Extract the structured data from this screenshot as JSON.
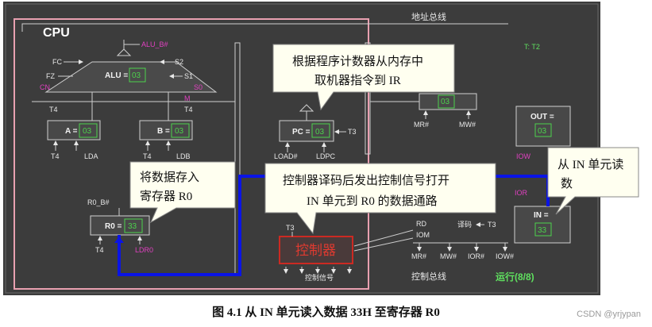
{
  "title": "CPU",
  "buses": {
    "address": "地址总线",
    "control": "控制总线",
    "control_signal": "控制信号"
  },
  "status": {
    "t_state": "T: T2",
    "run": "运行(8/8)"
  },
  "alu": {
    "name": "ALU =",
    "value": "03",
    "out_signal": "ALU_B#",
    "fc": "FC",
    "fz": "FZ",
    "s2": "S2",
    "s1": "S1",
    "s0": "S0",
    "cn": "CN",
    "m": "M",
    "t4_left": "T4",
    "t4_right": "T4"
  },
  "reg_a": {
    "name": "A =",
    "value": "03",
    "t4": "T4",
    "ld": "LDA"
  },
  "reg_b": {
    "name": "B =",
    "value": "03",
    "t4": "T4",
    "ld": "LDB"
  },
  "reg_r0": {
    "name": "R0 =",
    "value": "33",
    "sel": "R0_B#",
    "t4": "T4",
    "lr": "LDR0"
  },
  "pc": {
    "name": "PC =",
    "value": "03",
    "t3": "T3",
    "load": "LOAD#",
    "ldpc": "LDPC"
  },
  "memory": {
    "value": "03",
    "mr": "MR#",
    "mw": "MW#"
  },
  "controller": {
    "name": "控制器",
    "t3": "T3",
    "rd": "RD",
    "iom": "IOM",
    "decode": "译码",
    "t3b": "T3",
    "mr": "MR#",
    "mw": "MW#",
    "ior": "IOR#",
    "iow": "IOW#"
  },
  "out_port": {
    "name": "OUT =",
    "value": "03",
    "sig": "IOW"
  },
  "in_port": {
    "name": "IN =",
    "value": "33",
    "sig": "IOR"
  },
  "callouts": {
    "fetch_1": "根据程序计数器从内存中",
    "fetch_2": "取机器指令到 IR",
    "store_1": "将数据存入",
    "store_2": "寄存器 R0",
    "decode_1": "控制器译码后发出控制信号打开",
    "decode_2": "IN 单元到 R0 的数据通路",
    "read_1": "从 IN 单元读",
    "read_2": "数"
  },
  "caption": "图 4.1   从 IN 单元读入数据 33H 至寄存器 R0",
  "watermark": "CSDN @yrjypan",
  "colors": {
    "panel": "#3c3c3c",
    "cpu_border": "#e8a0b0",
    "bus_highlight": "#0a14e6",
    "value_green": "#4cd24c",
    "controller_red": "#cc2a22",
    "callout_bg": "#fffff0"
  }
}
